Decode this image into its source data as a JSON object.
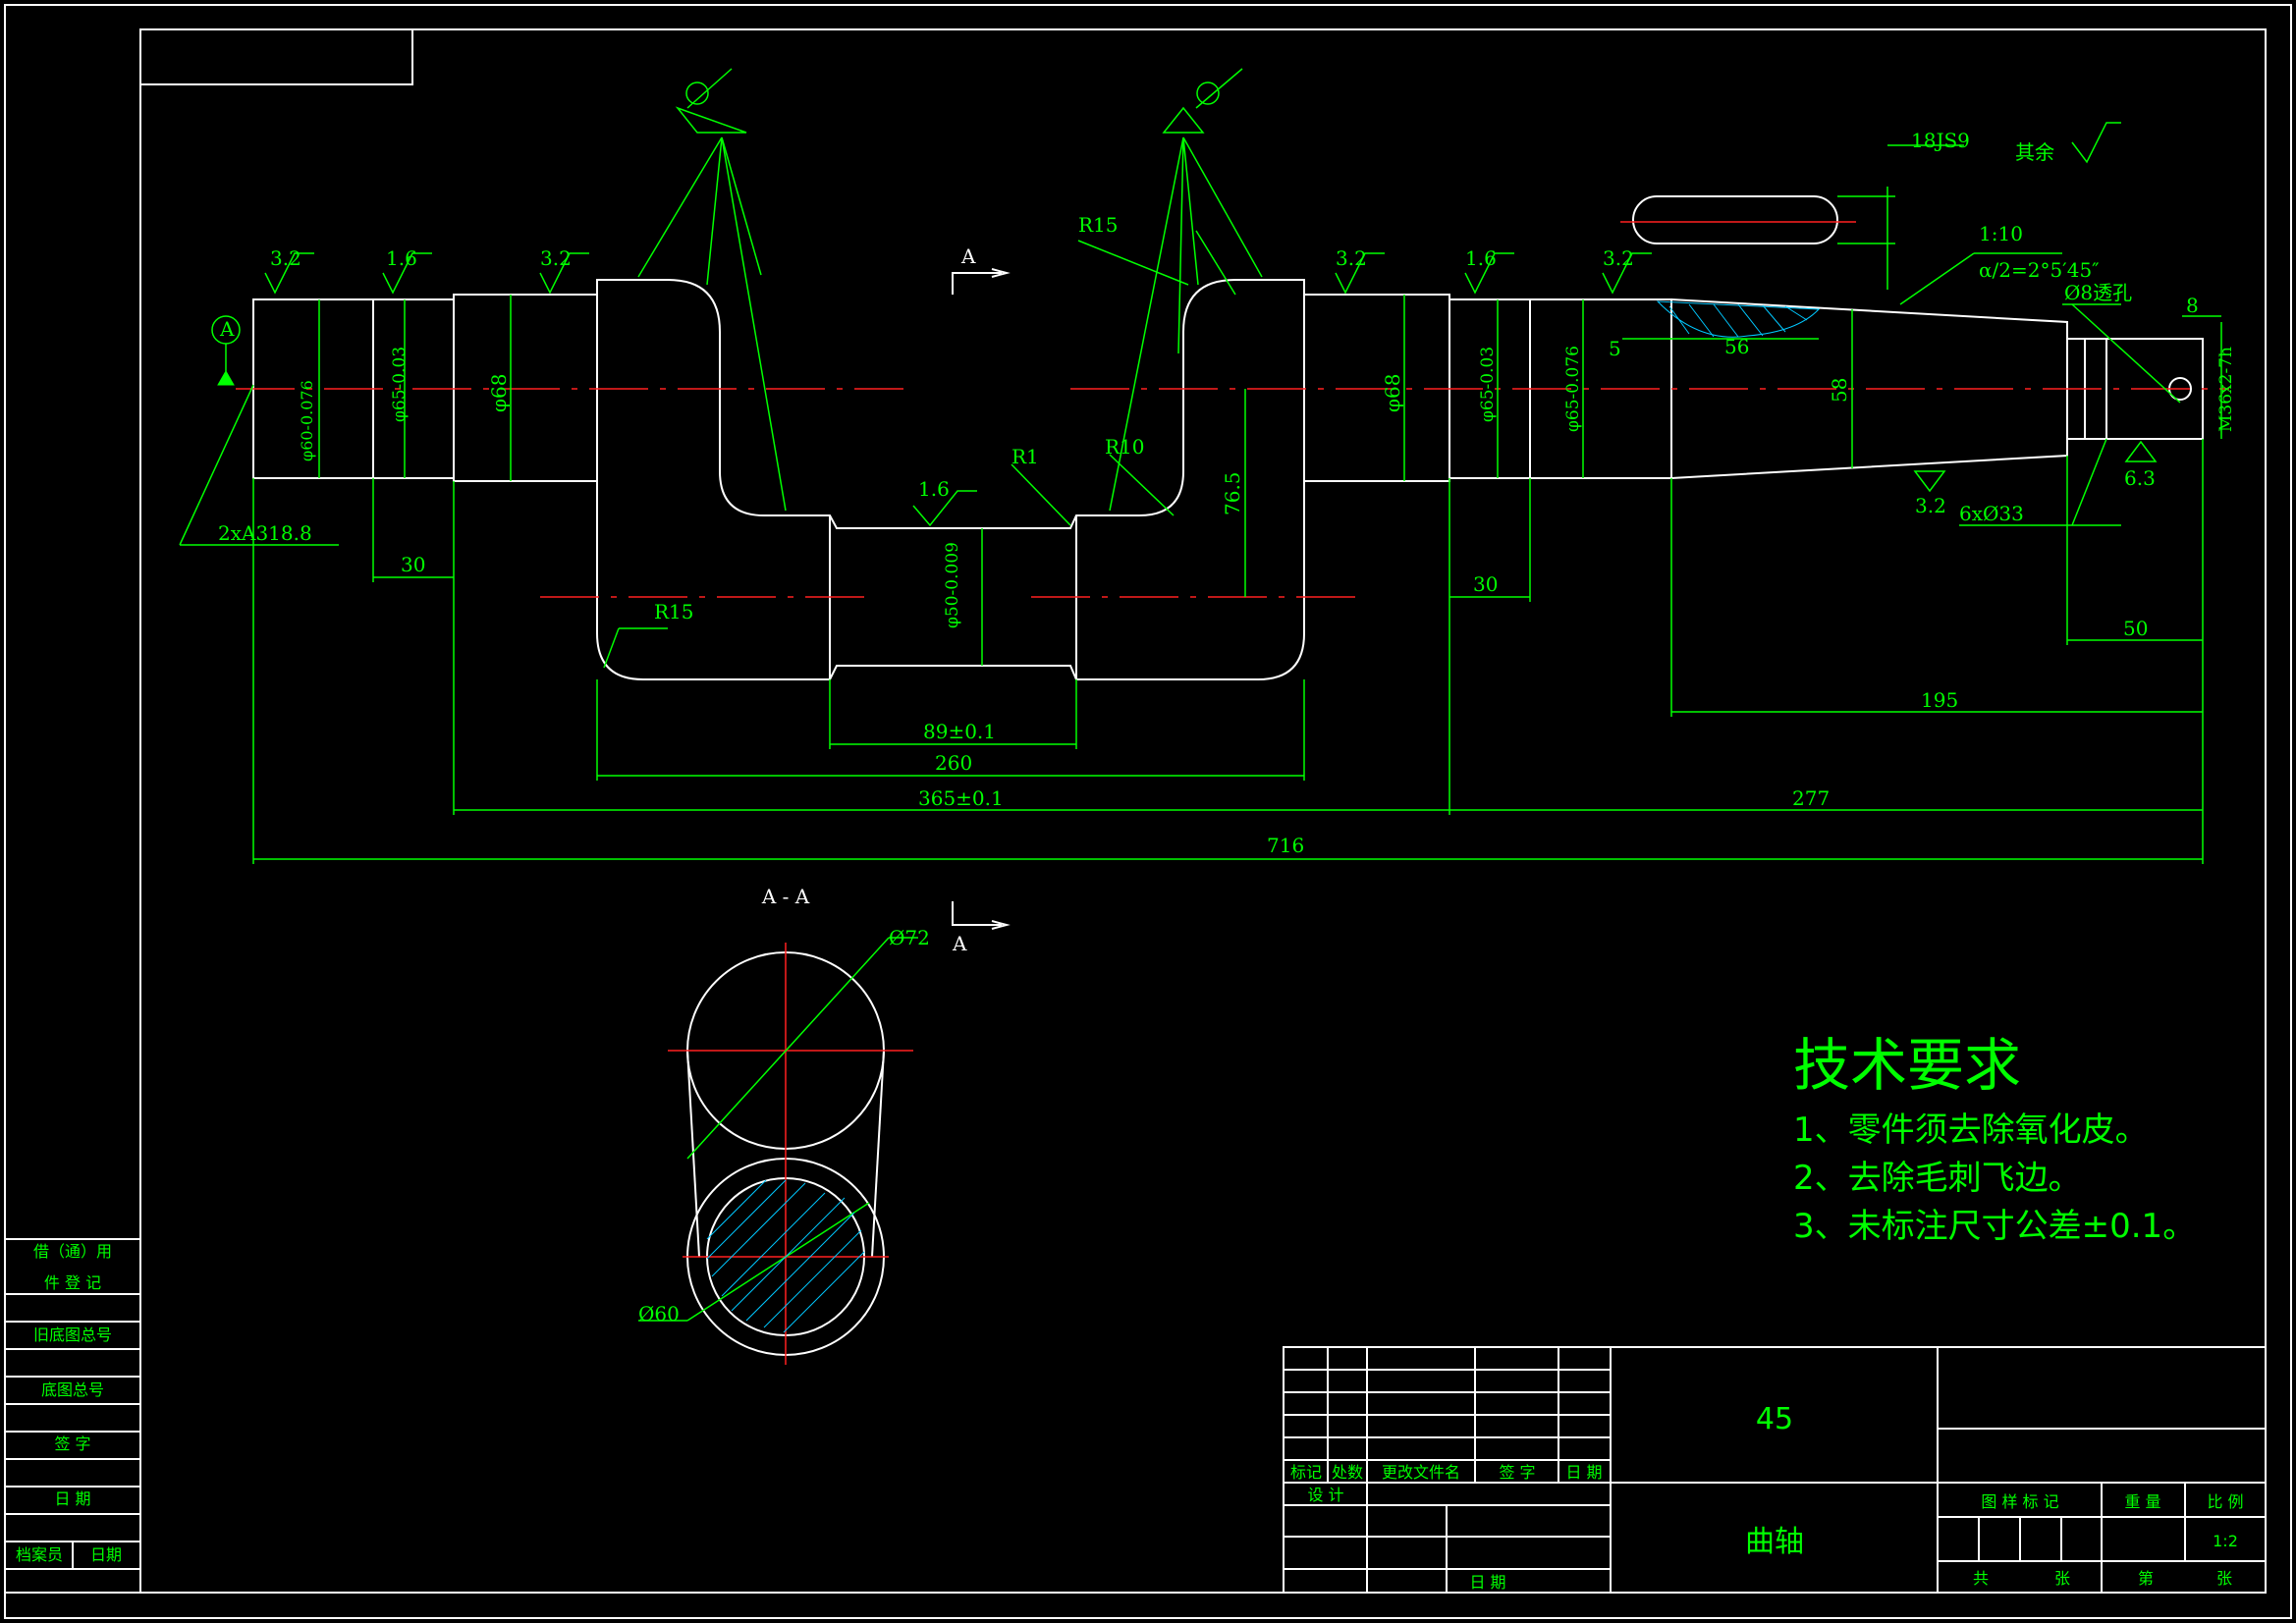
{
  "view": {
    "section_top": "A",
    "section_bottom": "A",
    "section_title": "A - A"
  },
  "dims": {
    "d_left_end": "φ60-0.076",
    "d_left_brg": "φ65-0.03",
    "d_68_left": "φ68",
    "d_68_right": "φ68",
    "d_right_brg": "φ65-0.03",
    "d_right_end": "φ65-0.076",
    "d_pin": "φ50-0.009",
    "len_30_left": "30",
    "len_30_right": "30",
    "len_89": "89±0.1",
    "len_260": "260",
    "len_365": "365±0.1",
    "len_277": "277",
    "len_716": "716",
    "len_195": "195",
    "len_50": "50",
    "len_58": "58",
    "len_56": "56",
    "len_5": "5",
    "len_8": "8",
    "len_765": "76.5",
    "r15_top": "R15",
    "r15_bottom": "R15",
    "r1": "R1",
    "r10": "R10",
    "center_holes": "2xA318.8",
    "keyway": "18JS9",
    "taper": "1:10",
    "taper_angle": "α/2=2°5′45″",
    "thru_hole": "Ø8透孔",
    "thread": "M36x2-7h",
    "chamfer": "6xØ33",
    "sec_d72": "Ø72",
    "sec_d60": "Ø60"
  },
  "roughness": {
    "r1": "3.2",
    "r2": "1.6",
    "r3": "3.2",
    "r4": "1.6",
    "r5": "3.2",
    "r6": "1.6",
    "r7": "3.2",
    "r8": "3.2",
    "r9": "6.3",
    "rest_label": "其余"
  },
  "datum": "A",
  "tech": {
    "title": "技术要求",
    "items": [
      "1、零件须去除氧化皮。",
      "2、去除毛刺飞边。",
      "3、未标注尺寸公差±0.1。"
    ]
  },
  "side_table": [
    "借（通）用",
    "件 登 记",
    "旧底图总号",
    "底图总号",
    "签  字",
    "日  期",
    "档案员",
    "日期"
  ],
  "title_block": {
    "material": "45",
    "part_name": "曲轴",
    "h_mark": "标记",
    "h_count": "处数",
    "h_doc": "更改文件名",
    "h_sign": "签 字",
    "h_date": "日 期",
    "design": "设 计",
    "date2": "日 期",
    "h_sample": "图 样 标 记",
    "h_weight": "重 量",
    "h_scale": "比 例",
    "scale": "1:2",
    "total": "共",
    "sheets1": "张",
    "page": "第",
    "sheets2": "张"
  }
}
